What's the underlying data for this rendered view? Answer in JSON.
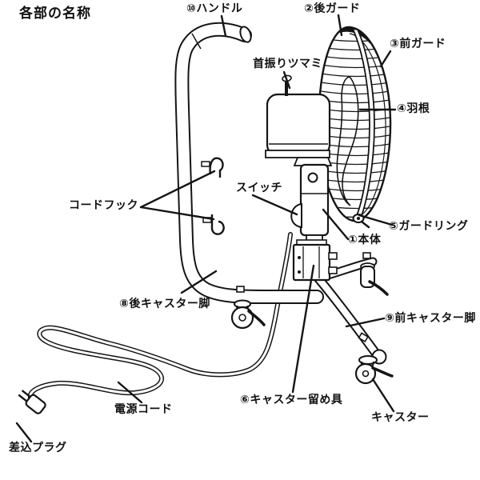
{
  "title": "各部の名称",
  "labels": {
    "handle": "⑩ハンドル",
    "rear_guard": "②後ガード",
    "front_guard": "③前ガード",
    "oscillation_knob": "首振りツマミ",
    "blade": "④羽根",
    "switch": "スイッチ",
    "cord_hook": "コードフック",
    "guard_ring": "⑤ガードリング",
    "main_body": "①本体",
    "rear_caster_leg": "⑧後キャスター脚",
    "front_caster_leg": "⑨前キャスター脚",
    "caster_stopper": "⑥キャスター留め具",
    "power_cord": "電源コード",
    "caster": "キャスター",
    "plug": "差込プラグ"
  },
  "colors": {
    "background": "#ffffff",
    "line": "#151515"
  }
}
